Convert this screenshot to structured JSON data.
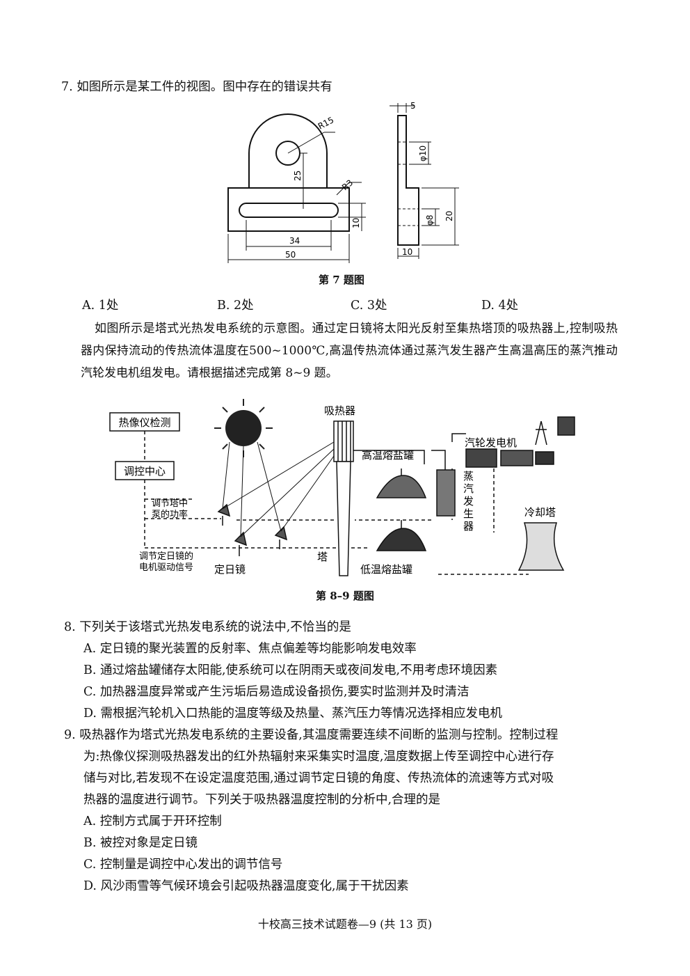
{
  "q7": {
    "stem": "7. 如图所示是某工件的视图。图中存在的错误共有",
    "caption": "第 7 题图",
    "dims": {
      "r15": "R15",
      "r3": "R3",
      "d25": "25",
      "d10": "10",
      "d34": "34",
      "d50": "50",
      "d5": "5",
      "phi10": "φ10",
      "phi8": "φ8",
      "d20": "20",
      "d10b": "10"
    },
    "options": [
      "A. 1处",
      "B. 2处",
      "C. 3处",
      "D. 4处"
    ]
  },
  "intro": {
    "text": "如图所示是塔式光热发电系统的示意图。通过定日镜将太阳光反射至集热塔顶的吸热器上,控制吸热器内保持流动的传热流体温度在500~1000℃,高温传热流体通过蒸汽发生器产生高温高压的蒸汽推动汽轮发电机组发电。请根据描述完成第 8~9 题。"
  },
  "figure": {
    "thermal_camera": "热像仪检测",
    "control_center": "调控中心",
    "pump_label_1": "调节塔中",
    "pump_label_2": "泵的功率",
    "motor_label_1": "调节定日镜的",
    "motor_label_2": "电机驱动信号",
    "heliostat": "定日镜",
    "absorber": "吸热器",
    "tower": "塔",
    "hot_tank": "高温熔盐罐",
    "cold_tank": "低温熔盐罐",
    "steam_generator_chars": [
      "蒸",
      "汽",
      "发",
      "生",
      "器"
    ],
    "turbine": "汽轮发电机",
    "cooling_tower": "冷却塔",
    "caption": "第 8–9 题图"
  },
  "q8": {
    "stem": "8. 下列关于该塔式光热发电系统的说法中,不恰当的是",
    "options": [
      "A. 定日镜的聚光装置的反射率、焦点偏差等均能影响发电效率",
      "B. 通过熔盐罐储存太阳能,使系统可以在阴雨天或夜间发电,不用考虑环境因素",
      "C. 加热器温度异常或产生污垢后易造成设备损伤,要实时监测并及时清洁",
      "D. 需根据汽轮机入口热能的温度等级及热量、蒸汽压力等情况选择相应发电机"
    ]
  },
  "q9": {
    "lines": [
      "9. 吸热器作为塔式光热发电系统的主要设备,其温度需要连续不间断的监测与控制。控制过程",
      "为:热像仪探测吸热器发出的红外热辐射来采集实时温度,温度数据上传至调控中心进行存",
      "储与对比,若发现不在设定温度范围,通过调节定日镜的角度、传热流体的流速等方式对吸",
      "热器的温度进行调节。下列关于吸热器温度控制的分析中,合理的是"
    ],
    "options": [
      "A. 控制方式属于开环控制",
      "B. 被控对象是定日镜",
      "C. 控制量是调控中心发出的调节信号",
      "D. 风沙雨雪等气候环境会引起吸热器温度变化,属于干扰因素"
    ]
  },
  "footer": "十校高三技术试题卷—9 (共 13 页)"
}
